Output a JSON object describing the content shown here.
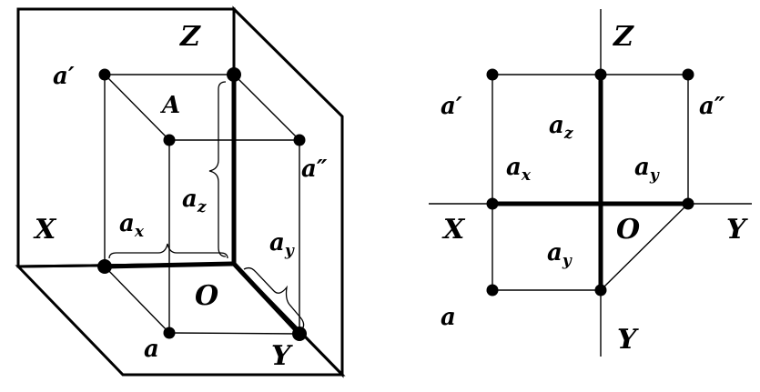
{
  "left_figure": {
    "labels": {
      "Z": "Z",
      "X": "X",
      "Y": "Y",
      "O": "O",
      "A": "A",
      "a_prime": "a′",
      "a_double_prime": "a″",
      "a": "a",
      "ax_main": "a",
      "ax_sub": "x",
      "az_main": "a",
      "az_sub": "z",
      "ay_main": "a",
      "ay_sub": "y"
    }
  },
  "right_figure": {
    "labels": {
      "Z": "Z",
      "X": "X",
      "Y_right": "Y",
      "Y_bottom": "Y",
      "O": "O",
      "a_prime": "a′",
      "a_double_prime": "a″",
      "a": "a",
      "az_main": "a",
      "az_sub": "z",
      "ax_main": "a",
      "ax_sub": "x",
      "ay_upper_main": "a",
      "ay_upper_sub": "y",
      "ay_lower_main": "a",
      "ay_lower_sub": "y"
    }
  }
}
